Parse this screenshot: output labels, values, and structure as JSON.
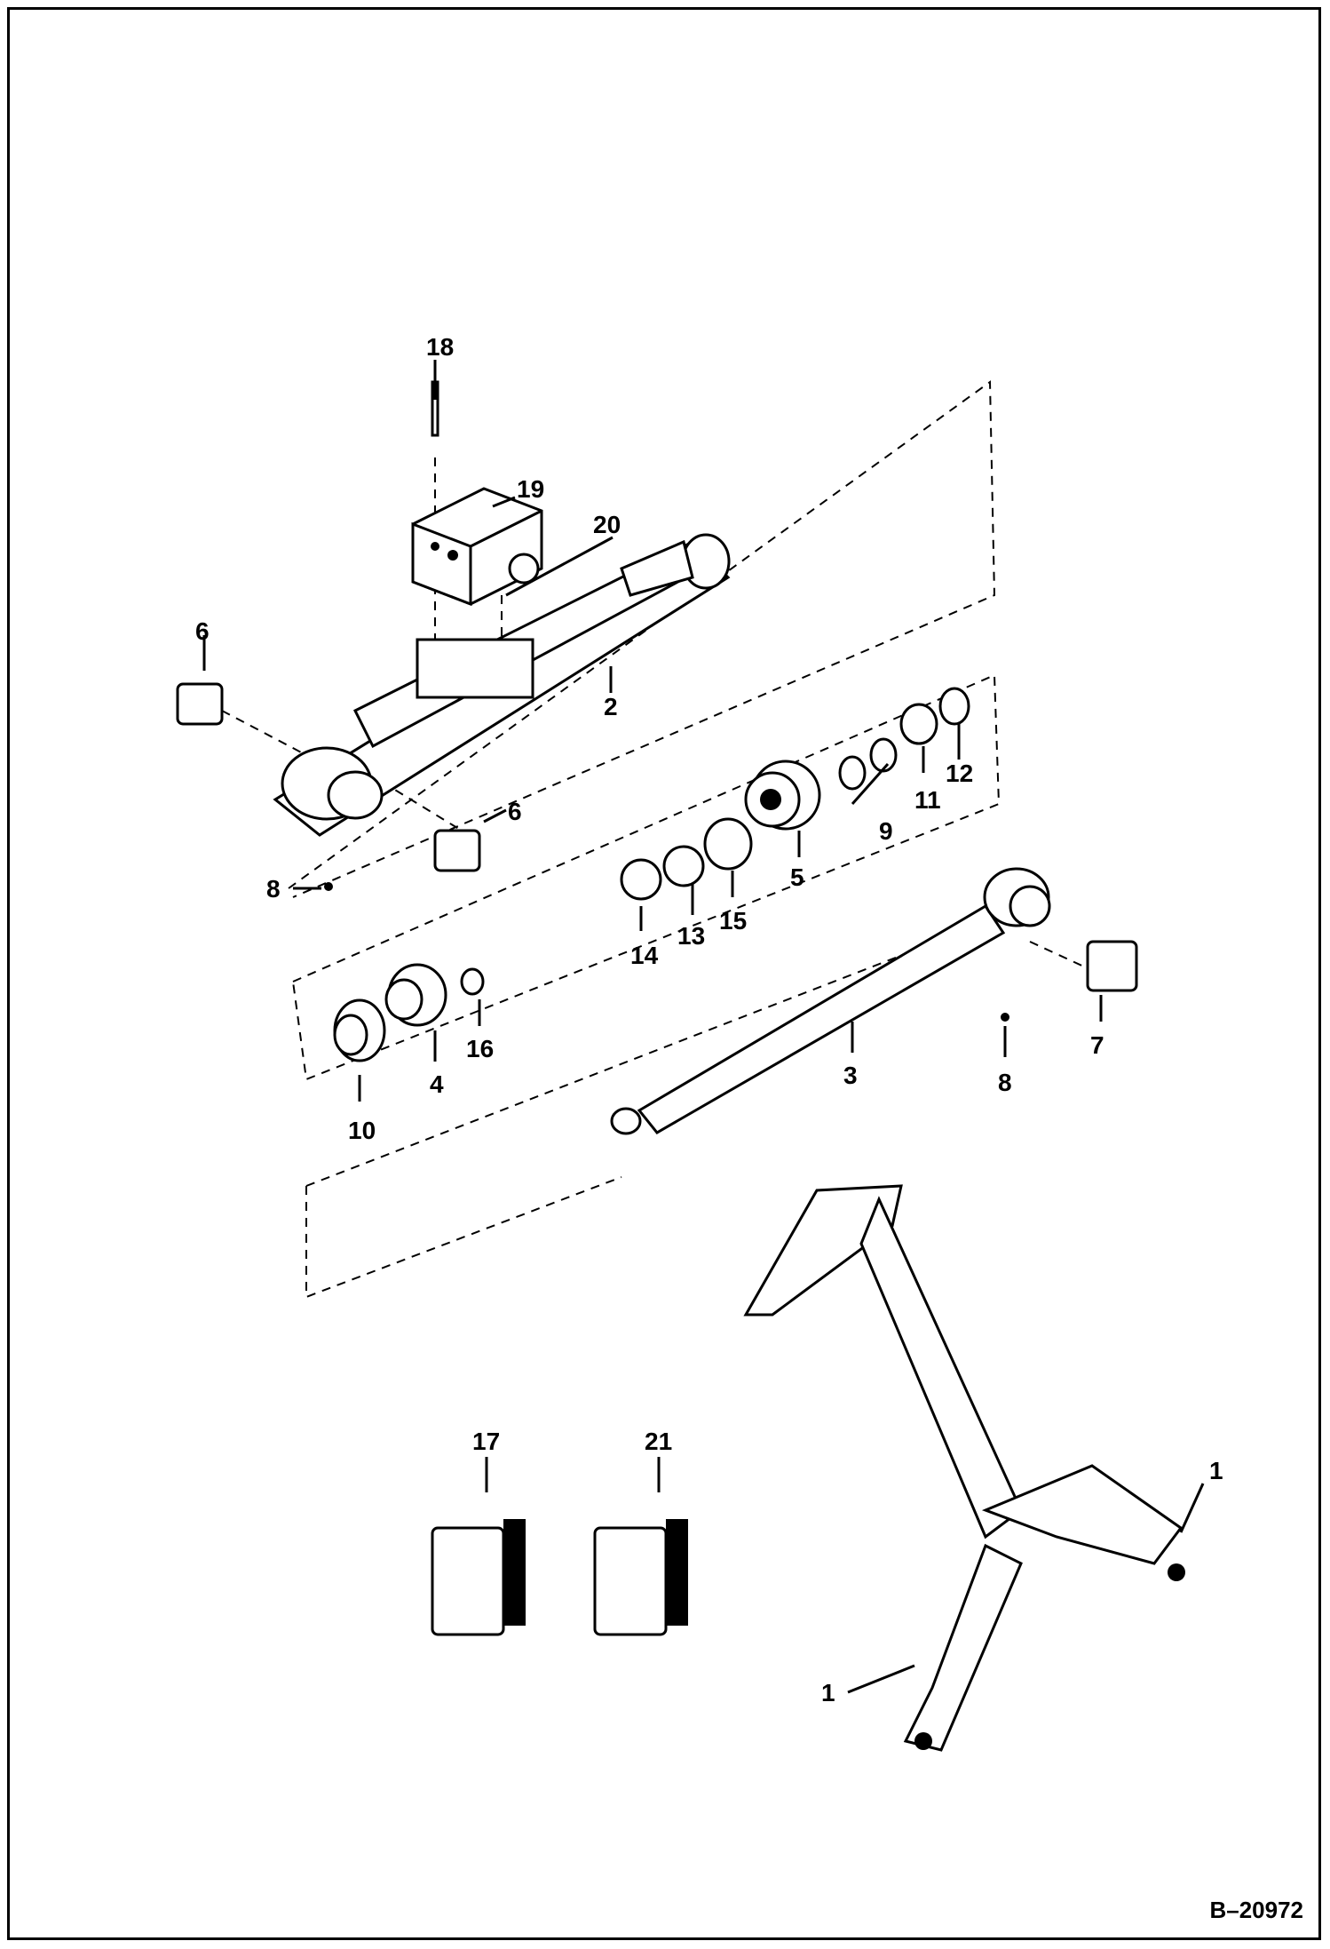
{
  "figure_id": "B–20972",
  "callouts": {
    "c1a": "1",
    "c1b": "1",
    "c2": "2",
    "c3": "3",
    "c4": "4",
    "c5": "5",
    "c6a": "6",
    "c6b": "6",
    "c7": "7",
    "c8a": "8",
    "c8b": "8",
    "c9": "9",
    "c10": "10",
    "c11": "11",
    "c12": "12",
    "c13": "13",
    "c14": "14",
    "c15": "15",
    "c16": "16",
    "c17": "17",
    "c18": "18",
    "c19": "19",
    "c20": "20",
    "c21": "21"
  }
}
